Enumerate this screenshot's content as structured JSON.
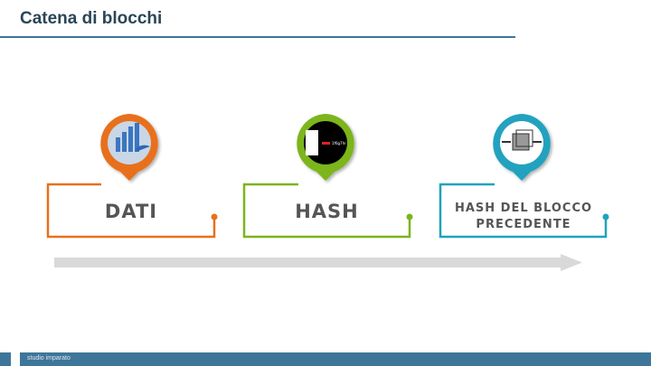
{
  "title": "Catena di blocchi",
  "steps": [
    {
      "label": "DATI",
      "color": "#e8701e",
      "icon": "bar-chart-image"
    },
    {
      "label": "HASH",
      "color": "#7bb51e",
      "icon": "document-to-hash-image"
    },
    {
      "label": "HASH DEL BLOCCO PRECEDENTE",
      "color": "#20a2bf",
      "icon": "chained-block-image"
    }
  ],
  "footer": {
    "brand": "studio imparato"
  },
  "hash_sample": "1f6g7hr",
  "colors": {
    "accent": "#3e7698",
    "arrow": "#d9d9d9"
  }
}
